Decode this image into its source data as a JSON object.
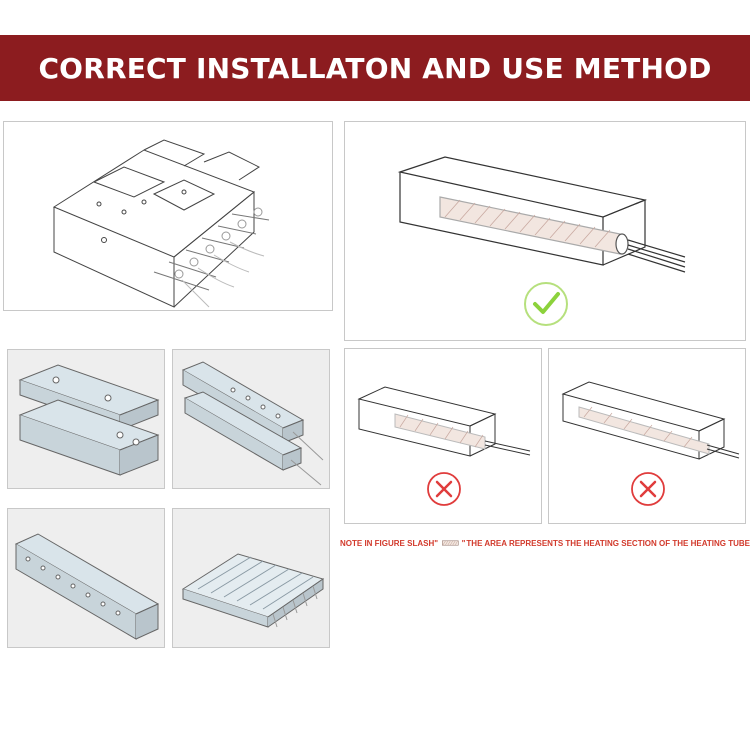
{
  "header": {
    "title": "CORRECT INSTALLATON AND USE METHOD"
  },
  "note": {
    "prefix": "NOTE IN FIGURE SLASH",
    "suffix": "THE AREA REPRESENTS THE HEATING SECTION OF THE HEATING TUBE"
  },
  "colors": {
    "banner": "#8c1c1f",
    "check": "#8cd23c",
    "cross": "#e03c3c",
    "note": "#d23a2c"
  },
  "icons": [
    "check-icon",
    "cross-icon",
    "slash-swatch-icon"
  ]
}
